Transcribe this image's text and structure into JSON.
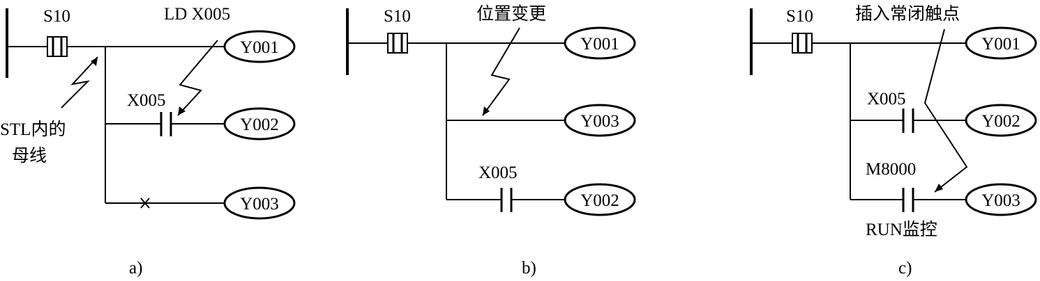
{
  "panel_a": {
    "state_label": "S10",
    "callout_top": "LD X005",
    "bus_note_line1": "STL内的",
    "bus_note_line2": "母线",
    "contact_x005": "X005",
    "coil_1": "Y001",
    "coil_2": "Y002",
    "coil_3": "Y003",
    "caption": "a)"
  },
  "panel_b": {
    "state_label": "S10",
    "callout_top": "位置变更",
    "contact_x005": "X005",
    "coil_1": "Y001",
    "coil_2": "Y003",
    "coil_3": "Y002",
    "caption": "b)"
  },
  "panel_c": {
    "state_label": "S10",
    "callout_top": "插入常闭触点",
    "contact_x005": "X005",
    "contact_m8000": "M8000",
    "m8000_note": "RUN监控",
    "coil_1": "Y001",
    "coil_2": "Y002",
    "coil_3": "Y003",
    "caption": "c)"
  }
}
